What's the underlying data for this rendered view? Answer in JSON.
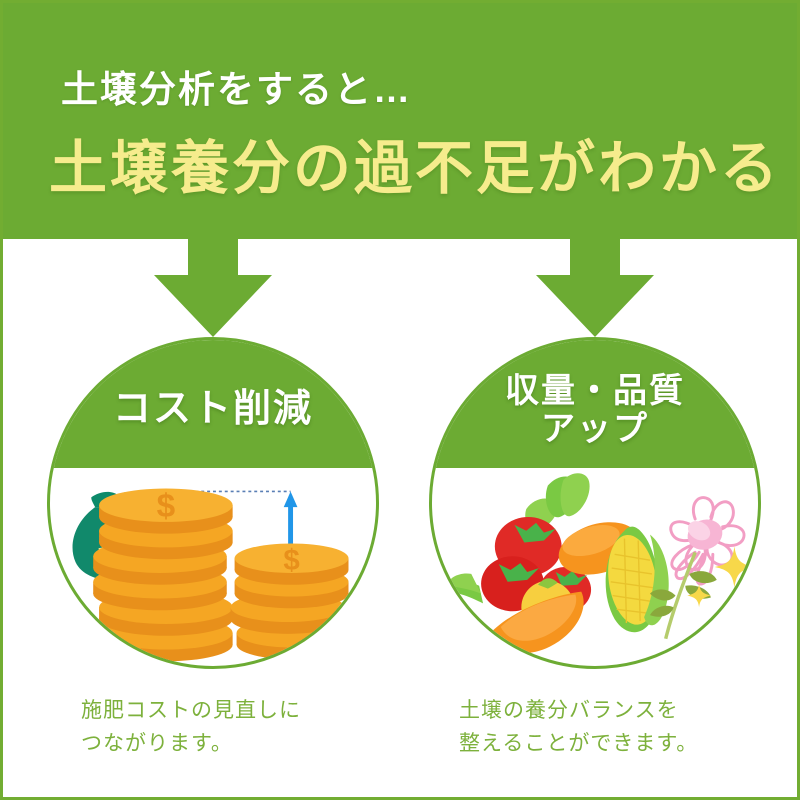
{
  "page": {
    "title": "土壌分析をすると…土壌養分の過不足がわかる",
    "background_color": "#ffffff",
    "border_color": "#72ad32"
  },
  "header": {
    "background_color": "#6cab33",
    "line1": "土壌分析をすると…",
    "line1_color": "#ffffff",
    "line2": "土壌養分の過不足がわかる",
    "line2_color": "#f6ec8d"
  },
  "arrows": [
    {
      "name": "arrow-to-cost-reduction",
      "direction": "down",
      "color": "#6cab33"
    },
    {
      "name": "arrow-to-yield-quality",
      "direction": "down",
      "color": "#6cab33"
    }
  ],
  "benefits": [
    {
      "id": "cost-reduction",
      "title_lines": [
        "コスト削減"
      ],
      "title_color": "#ffffff",
      "banner_color": "#6cab33",
      "caption_lines": [
        "施肥コストの見直しに",
        "つながります。"
      ],
      "caption_color": "#7db13c",
      "illustration": {
        "name": "money-savings-illustration",
        "items": [
          {
            "name": "money-bag-icon",
            "symbol": "$",
            "color": "#0d8a6a"
          },
          {
            "name": "tall-coin-stack-icon",
            "coins": 8,
            "color": "#f5a623"
          },
          {
            "name": "short-coin-stack-icon",
            "coins": 4,
            "color": "#f5a623"
          },
          {
            "name": "height-difference-arrow-icon",
            "color": "#2196e8"
          },
          {
            "name": "dotted-guide-line",
            "color": "#5a7fb5"
          }
        ]
      }
    },
    {
      "id": "yield-quality-up",
      "title_lines": [
        "収量・品質",
        "アップ"
      ],
      "title_color": "#ffffff",
      "banner_color": "#6cab33",
      "caption_lines": [
        "土壌の養分バランスを",
        "整えることができます。"
      ],
      "caption_color": "#7db13c",
      "illustration": {
        "name": "vegetables-and-flower-illustration",
        "items": [
          {
            "name": "tomato-icon",
            "color": "#e02a26"
          },
          {
            "name": "carrot-icon",
            "color": "#f58a20"
          },
          {
            "name": "corn-icon",
            "color": "#f3d33f"
          },
          {
            "name": "pumpkin-icon",
            "color": "#f5a623"
          },
          {
            "name": "pea-pod-icon",
            "color": "#7ac943"
          },
          {
            "name": "chrysanthemum-flower-icon",
            "color": "#f29ec4"
          },
          {
            "name": "sparkle-star-icon",
            "color": "#f7d84a"
          }
        ]
      }
    }
  ]
}
